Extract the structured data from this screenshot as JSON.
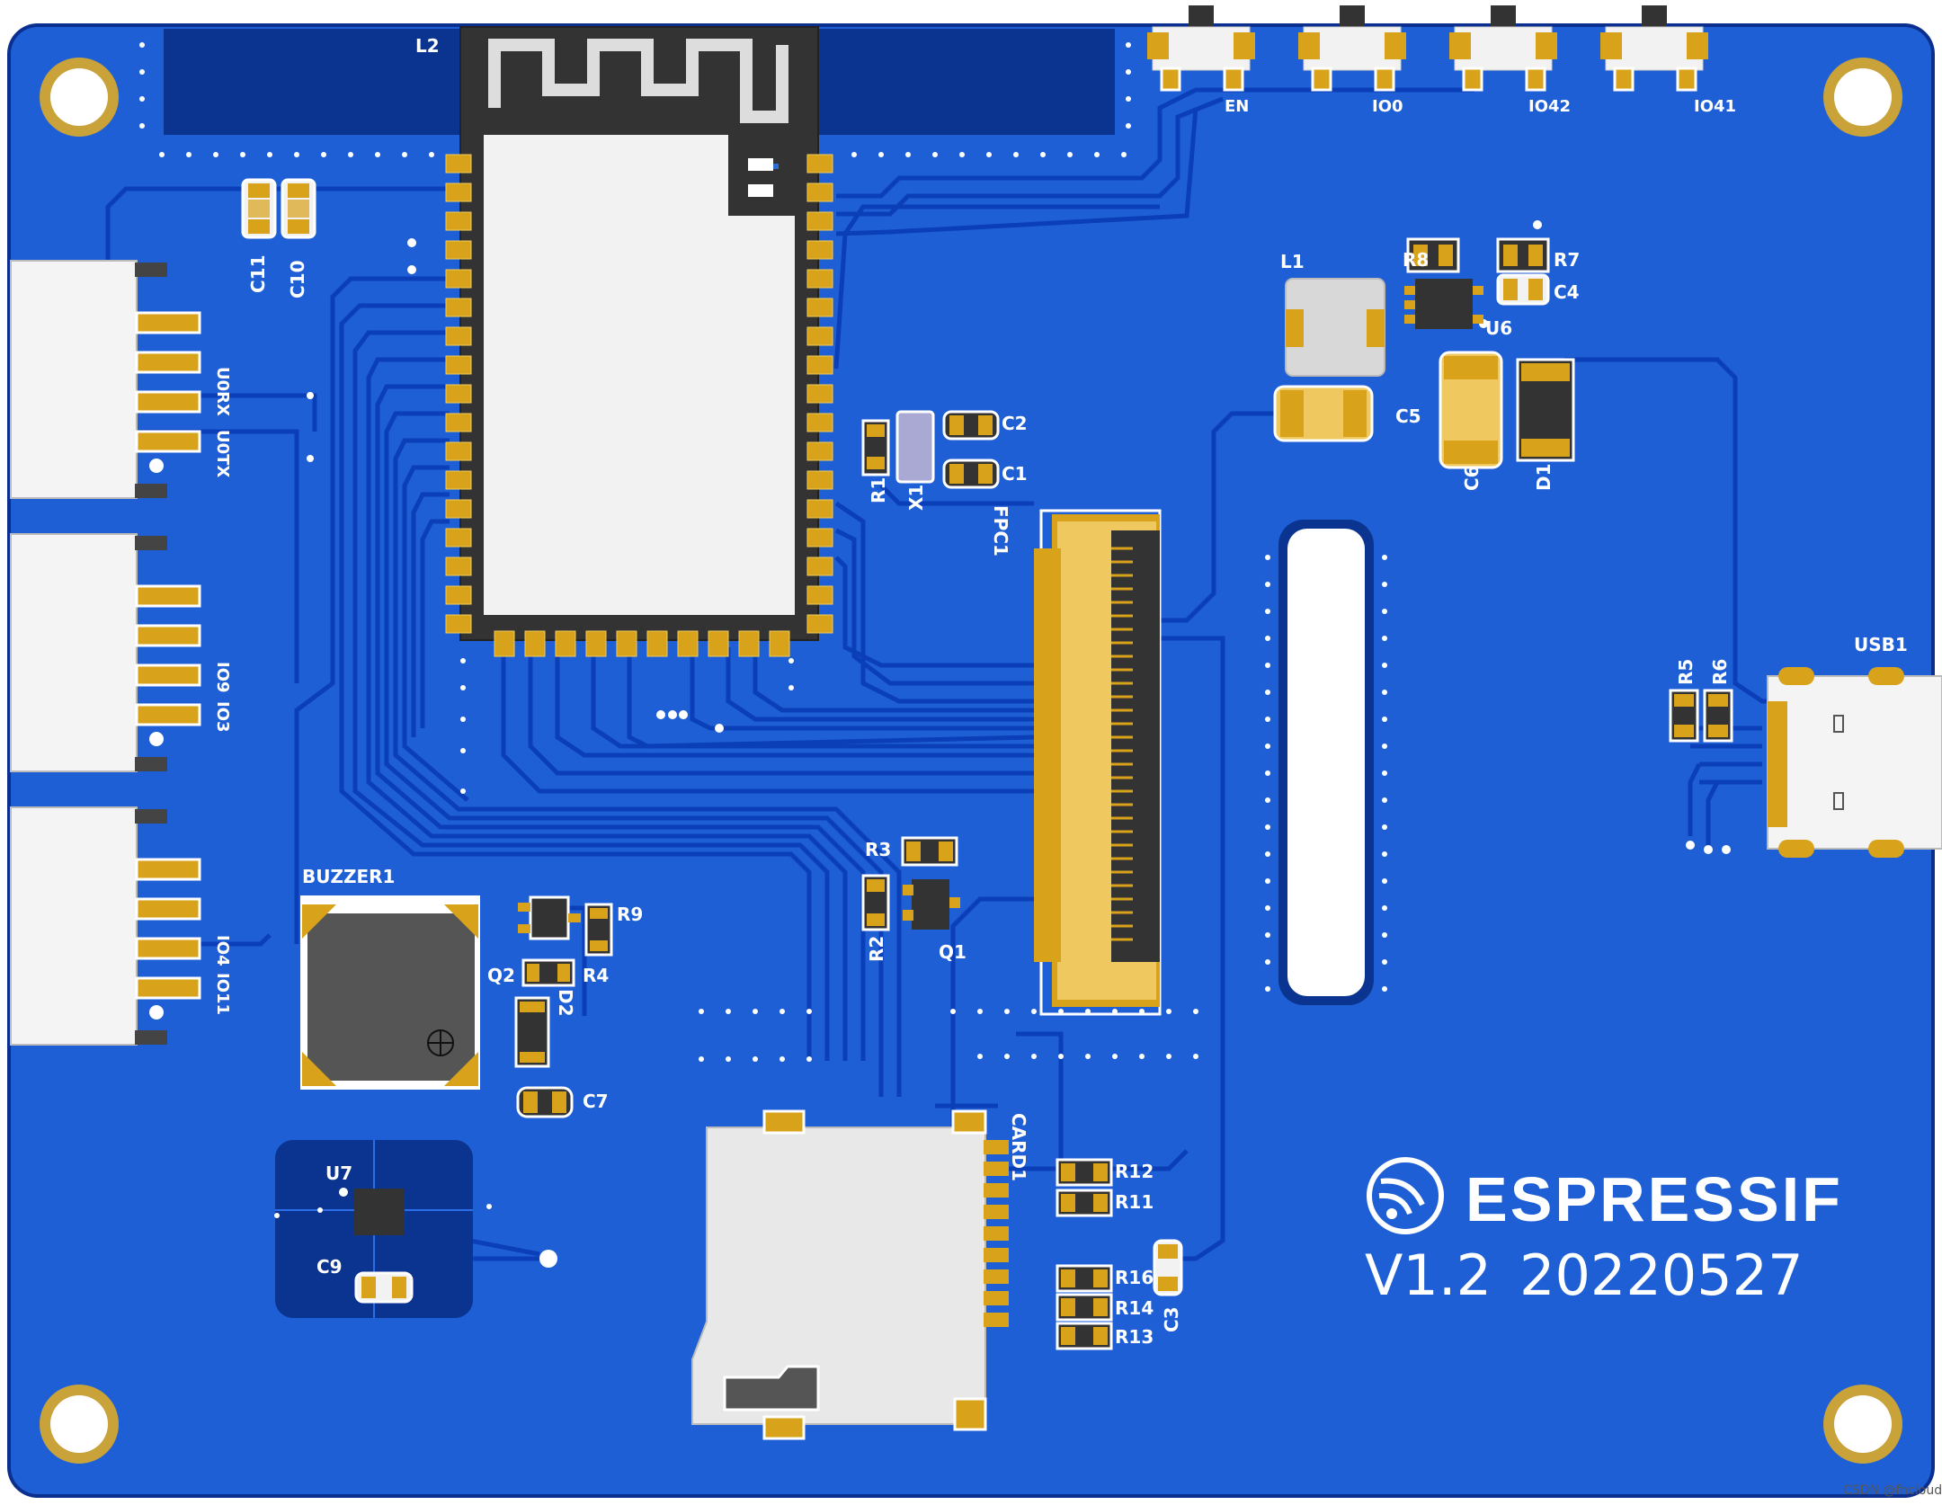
{
  "board": {
    "colors": {
      "board": "#1f5fd6",
      "board_edge": "#0b2f8f",
      "pad_gold": "#d8a21a",
      "silk": "#ffffff",
      "module": "#f2f2f2",
      "module_frame": "#333333"
    },
    "designators": {
      "l2": "L2",
      "en": "EN",
      "io0": "IO0",
      "io42": "IO42",
      "io41": "IO41",
      "l1": "L1",
      "r8": "R8",
      "r7": "R7",
      "c4": "C4",
      "u6": "U6",
      "c5": "C5",
      "c6": "C6",
      "d1": "D1",
      "c11": "C11",
      "c10": "C10",
      "u0rx": "U0RX",
      "u0tx": "U0TX",
      "c2": "C2",
      "c1": "C1",
      "r1": "R1",
      "x1": "X1",
      "fpc1": "FPC1",
      "io9": "IO9",
      "io3": "IO3",
      "usb1": "USB1",
      "r5": "R5",
      "r6": "R6",
      "r3": "R3",
      "r2": "R2",
      "q1": "Q1",
      "buzzer1": "BUZZER1",
      "r9": "R9",
      "q2": "Q2",
      "r4": "R4",
      "d2": "D2",
      "io4": "IO4",
      "io11": "IO11",
      "c7": "C7",
      "u7": "U7",
      "c9": "C9",
      "card1": "CARD1",
      "r12": "R12",
      "r11": "R11",
      "r16": "R16",
      "r14": "R14",
      "r13": "R13",
      "c3": "C3"
    },
    "brand": "ESPRESSIF",
    "version": "V1.2",
    "date": "20220527",
    "watermark": "CSDN @fhcloud",
    "icons": {
      "logo": "espressif-logo-icon",
      "buzzer_polarity": "plus-circle-icon"
    }
  }
}
